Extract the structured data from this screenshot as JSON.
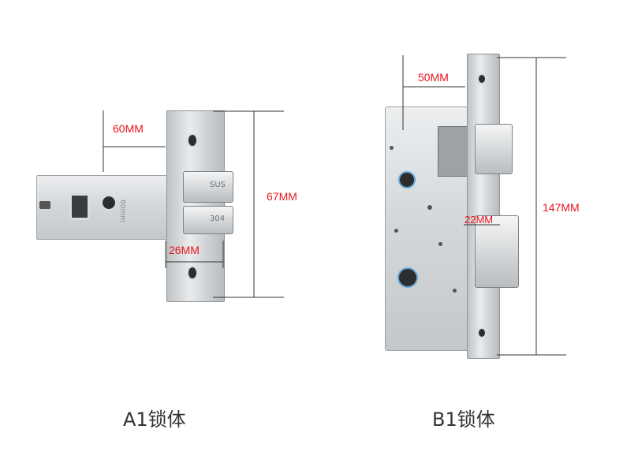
{
  "products": [
    {
      "caption": "A1锁体",
      "dims": {
        "backset": "60MM",
        "faceplate_height": "67MM",
        "faceplate_width": "26MM"
      },
      "stamps": [
        "SUS",
        "304",
        "60mm"
      ]
    },
    {
      "caption": "B1锁体",
      "dims": {
        "backset": "50MM",
        "faceplate_height": "147MM",
        "deadbolt_width": "22MM"
      }
    }
  ],
  "colors": {
    "dimension_text": "#e8141d",
    "caption_text": "#333333",
    "steel": "#c8ccd0"
  }
}
